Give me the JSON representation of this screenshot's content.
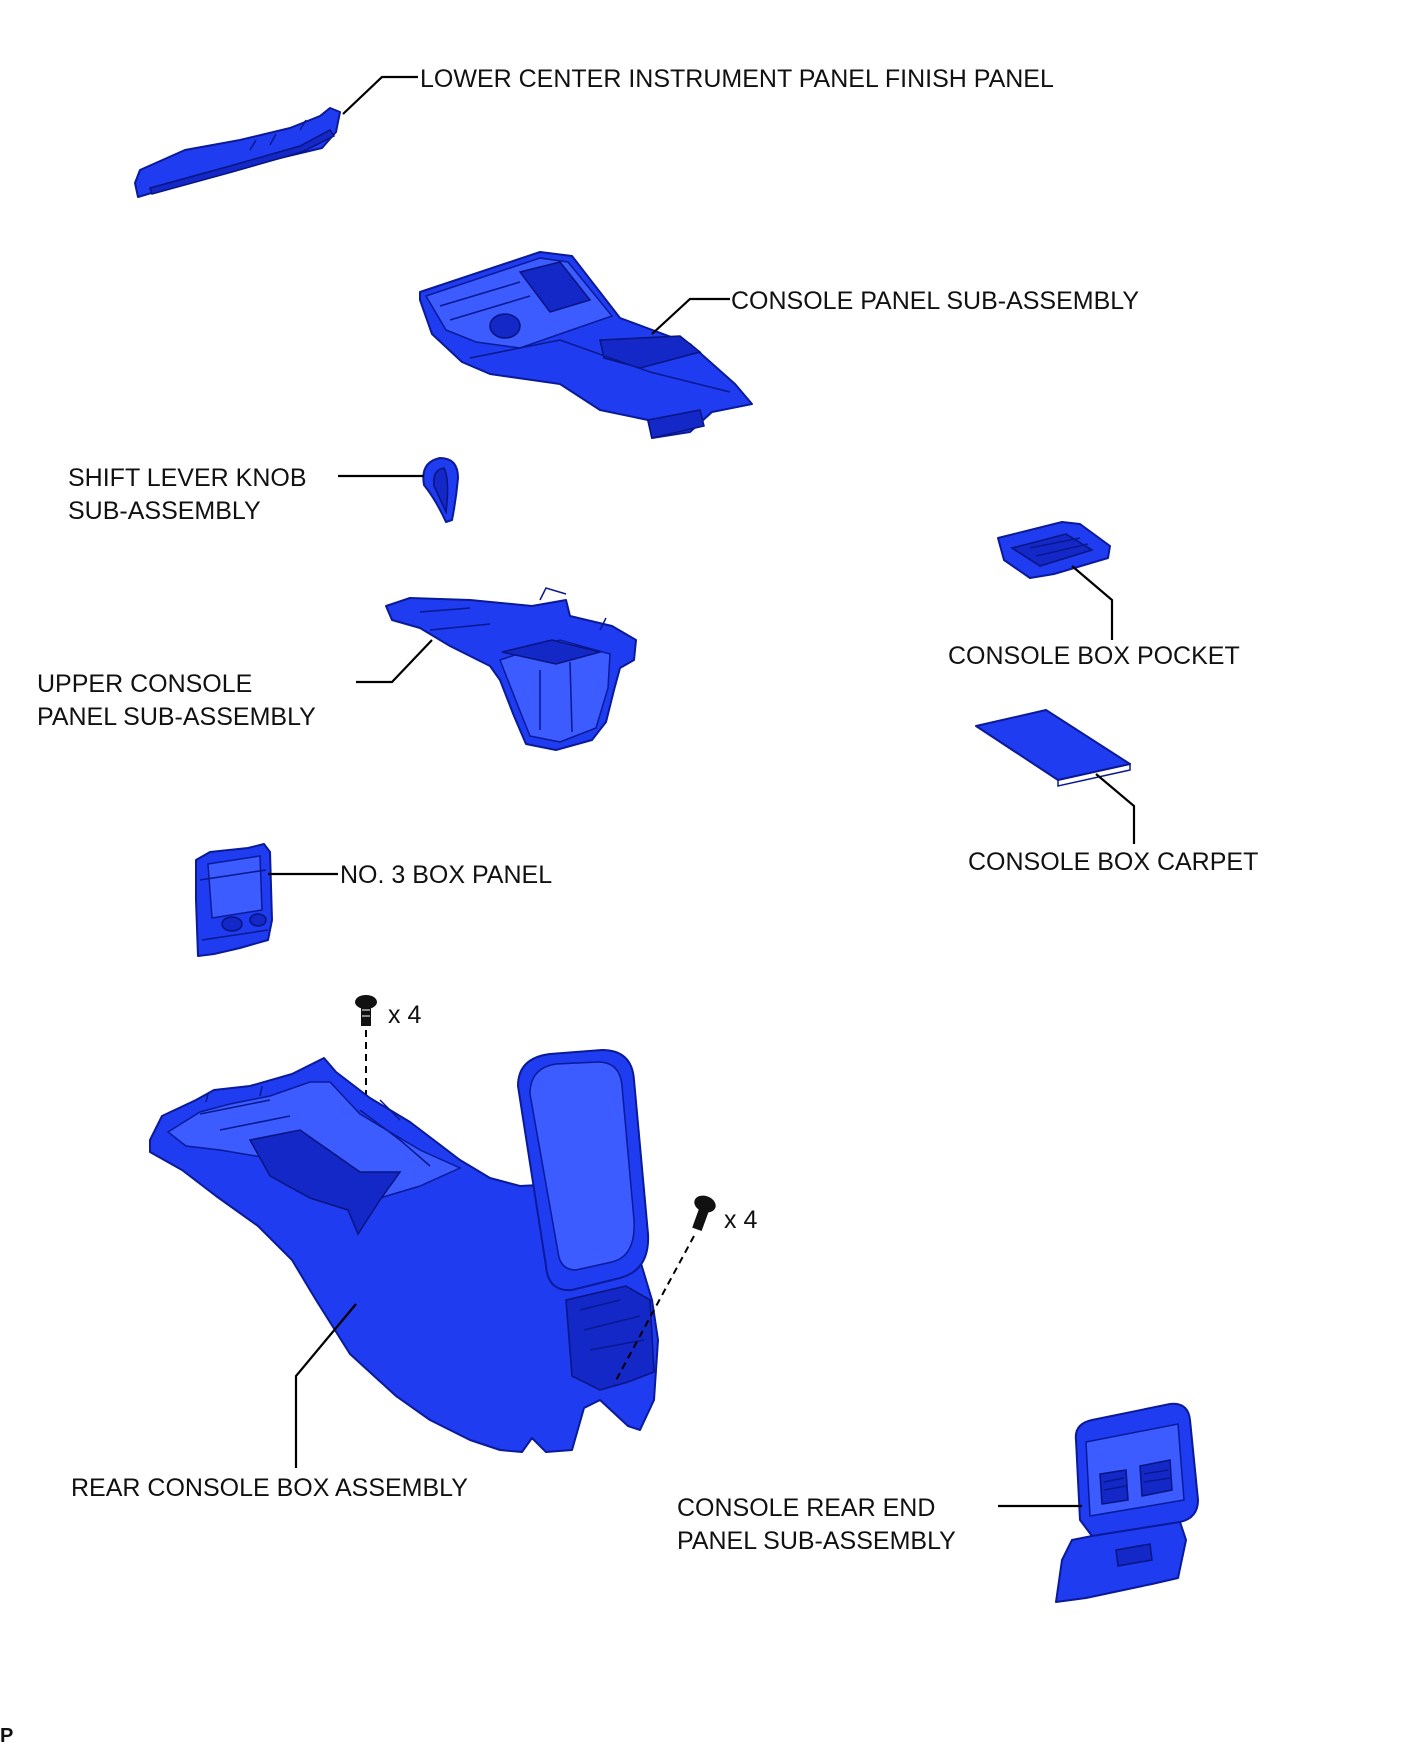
{
  "diagram": {
    "labels": {
      "finish_panel": "LOWER CENTER INSTRUMENT PANEL FINISH PANEL",
      "console_panel": "CONSOLE PANEL SUB-ASSEMBLY",
      "shift_knob_1": "SHIFT LEVER KNOB",
      "shift_knob_2": "SUB-ASSEMBLY",
      "box_pocket": "CONSOLE BOX POCKET",
      "upper_console_1": "UPPER CONSOLE",
      "upper_console_2": "PANEL SUB-ASSEMBLY",
      "box_carpet": "CONSOLE BOX CARPET",
      "box_panel_3": "NO. 3 BOX PANEL",
      "rear_console_box": "REAR CONSOLE BOX ASSEMBLY",
      "rear_end_panel_1": "CONSOLE REAR END",
      "rear_end_panel_2": "PANEL SUB-ASSEMBLY",
      "fastener_count_top": "x 4",
      "fastener_count_right": "x 4",
      "corner_mark": "P"
    },
    "colors": {
      "part_fill": "#1f3cf0",
      "part_outline": "#0a1a9a",
      "leader_line": "#000000"
    }
  }
}
